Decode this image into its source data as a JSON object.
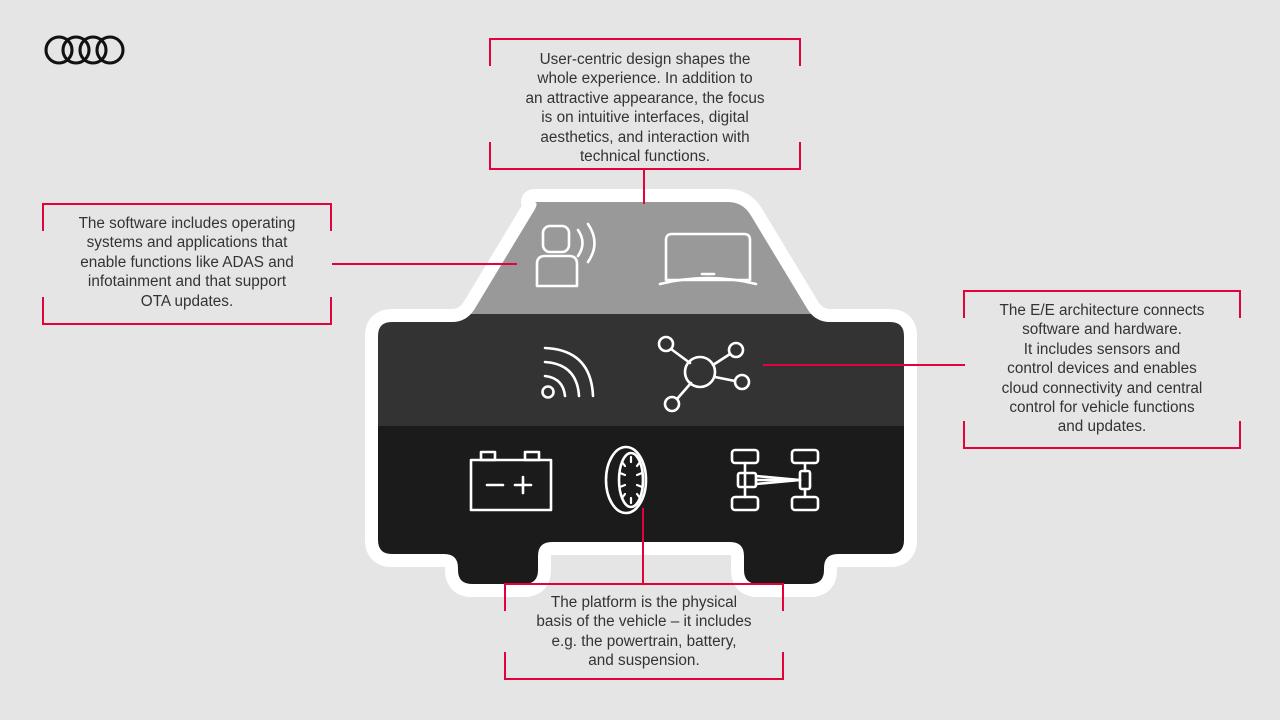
{
  "brand": {
    "logo_name": "audi-four-rings-logo",
    "ring_count": 4
  },
  "colors": {
    "background": "#e5e5e5",
    "accent_red": "#e2033b",
    "text": "#333333",
    "car_outline": "#ffffff",
    "band_design": "#999999",
    "band_ee": "#333333",
    "band_platform": "#1b1b1b",
    "icon_stroke": "#ffffff"
  },
  "callouts": [
    {
      "id": "design",
      "text": "User-centric design shapes the\nwhole experience. In addition to\nan attractive appearance, the focus\nis on intuitive interfaces, digital\naesthetics, and interaction with\ntechnical functions."
    },
    {
      "id": "software",
      "text": "The software includes operating\nsystems and applications that\nenable functions like ADAS and\ninfotainment and that support\nOTA updates."
    },
    {
      "id": "ee",
      "text": "The E/E architecture connects\nsoftware and hardware.\nIt includes sensors and\ncontrol devices and enables\ncloud connectivity and central\ncontrol for vehicle functions\nand updates."
    },
    {
      "id": "platform",
      "text": "The platform is the physical\nbasis of the vehicle – it includes\ne.g. the powertrain, battery,\nand suspension."
    }
  ],
  "car": {
    "layers": [
      {
        "id": "design-layer",
        "name": "design-band",
        "fill": "#999999",
        "icons": [
          "user-voice-interaction-icon",
          "dashboard-display-icon"
        ]
      },
      {
        "id": "ee-layer",
        "name": "ee-architecture-band",
        "fill": "#333333",
        "icons": [
          "wireless-connectivity-icon",
          "network-hub-icon"
        ]
      },
      {
        "id": "platform-layer",
        "name": "platform-band",
        "fill": "#1b1b1b",
        "icons": [
          "battery-icon",
          "tire-icon",
          "chassis-drivetrain-icon"
        ]
      }
    ]
  }
}
